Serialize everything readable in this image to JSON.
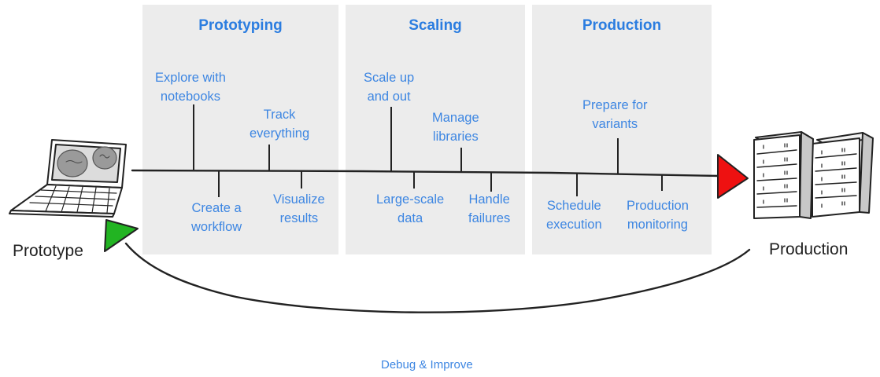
{
  "phases": [
    {
      "title": "Prototyping"
    },
    {
      "title": "Scaling"
    },
    {
      "title": "Production"
    }
  ],
  "steps": {
    "explore": [
      "Explore with",
      "notebooks"
    ],
    "track": [
      "Track",
      "everything"
    ],
    "workflow": [
      "Create a",
      "workflow"
    ],
    "visualize": [
      "Visualize",
      "results"
    ],
    "scale": [
      "Scale up",
      "and out"
    ],
    "manage": [
      "Manage",
      "libraries"
    ],
    "largescale": [
      "Large-scale",
      "data"
    ],
    "failures": [
      "Handle",
      "failures"
    ],
    "variants": [
      "Prepare for",
      "variants"
    ],
    "schedule": [
      "Schedule",
      "execution"
    ],
    "monitoring": [
      "Production",
      "monitoring"
    ]
  },
  "endpoints": {
    "start": "Prototype",
    "end": "Production"
  },
  "loop_label": "Debug & Improve",
  "colors": {
    "panel": "#ececec",
    "title": "#2b7de0",
    "label": "#3d86e2",
    "start_arrow": "#22b422",
    "end_arrow": "#ee1111"
  }
}
